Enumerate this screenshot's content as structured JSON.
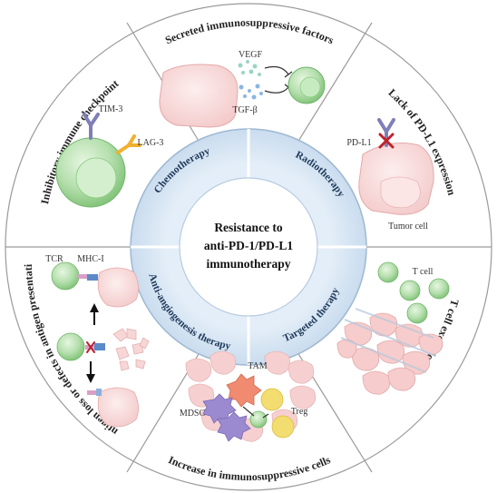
{
  "center": {
    "line1": "Resistance to",
    "line2": "anti-PD-1/PD-L1",
    "line3": "immunotherapy"
  },
  "inner_ring": {
    "chemotherapy": "Chemotherapy",
    "radiotherapy": "Radiotherapy",
    "targeted": "Targeted therapy",
    "antiangiogenesis": "Anti-angiogenesis therapy"
  },
  "outer_ring": {
    "secreted": "Secreted immunosuppressive factors",
    "pdl1_loss": "Lack of PD-L1 expression",
    "tcell_exclusion": "T cell exclusion",
    "increase_cells": "Increase in immunosuppressive cells",
    "antigen_line1": "Antigen loss or defects in antigen presentation",
    "inhibitory": "Inhibitory immune checkpoint"
  },
  "labels": {
    "vegf": "VEGF",
    "tgfb": "TGF-β",
    "tim3": "TIM-3",
    "lag3": "LAG-3",
    "pdl1": "PD-L1",
    "tumor_cell": "Tumor cell",
    "t_cell": "T cell",
    "tam": "TAM",
    "mdsc": "MDSC",
    "treg": "Treg",
    "tcr": "TCR",
    "mhc1": "MHC-I"
  },
  "colors": {
    "ring_fill": "#d8e6f3",
    "ring_stroke": "#9fb8d2",
    "tumor_fill": "#f9d9d9",
    "tumor_stroke": "#e4a9a9",
    "tcell_fill": "#a8d8a0",
    "tcell_stroke": "#6fb36a",
    "receptor": "#7f7fb8",
    "lag3": "#f0b030",
    "inhibit_x": "#c0202a"
  }
}
